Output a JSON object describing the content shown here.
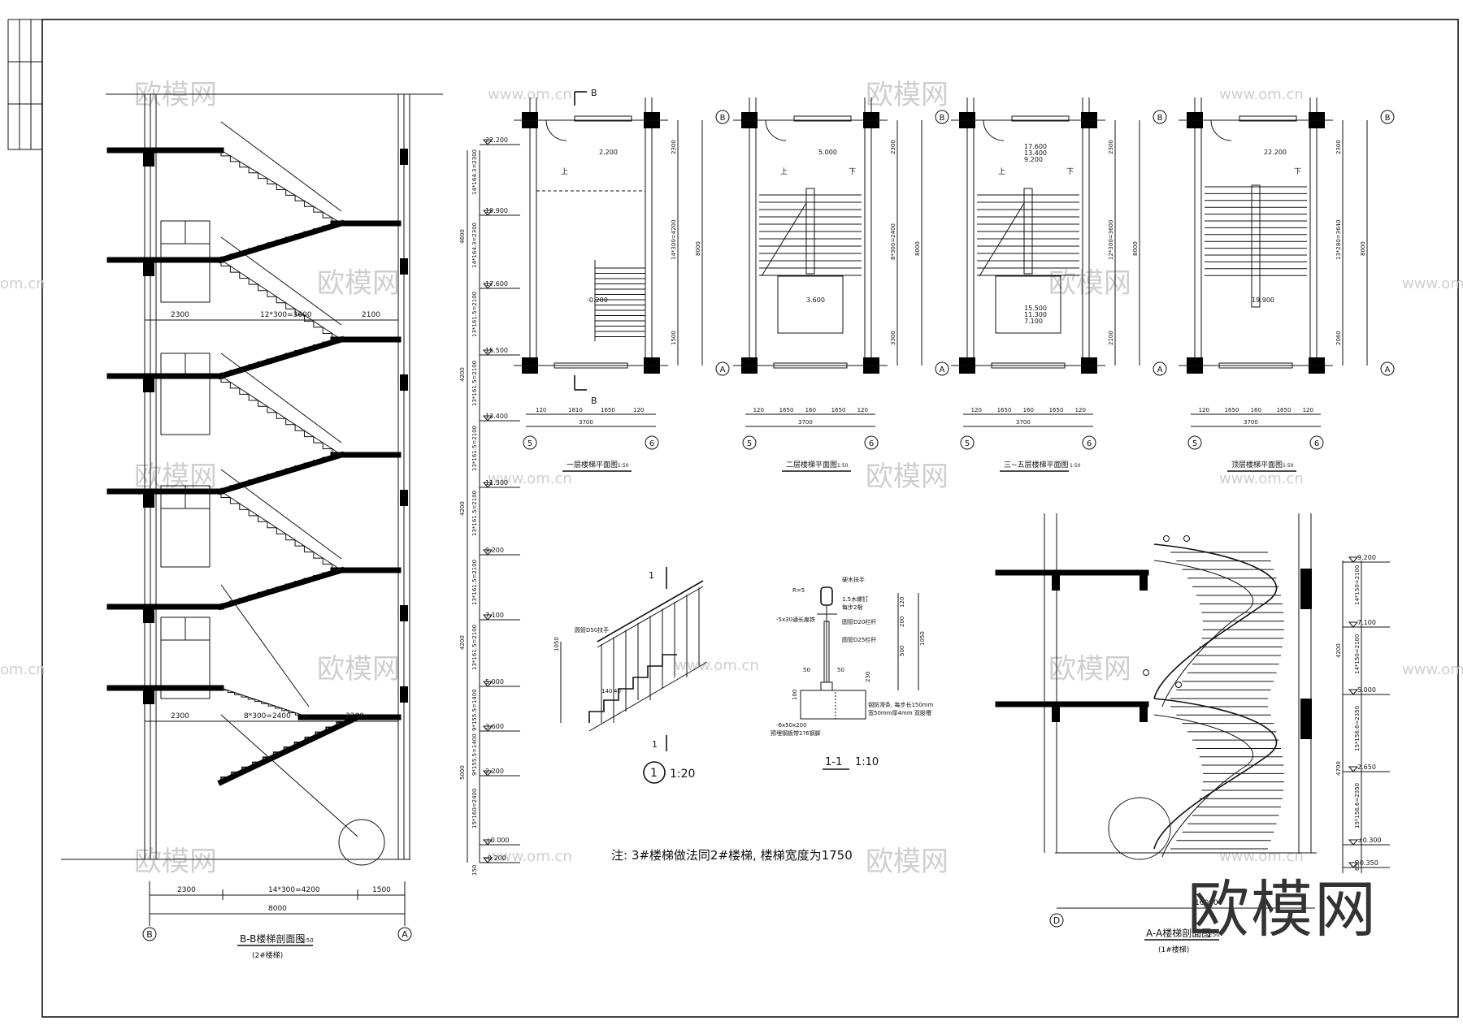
{
  "watermark": {
    "text": "欧模网",
    "url_text": "www.om.cn",
    "url_short": "om.cn"
  },
  "bb_section": {
    "title": "B-B楼梯剖面图",
    "scale": "1:50",
    "subtitle": "(2#楼梯)",
    "axis_left": "B",
    "axis_right": "A",
    "elevations": [
      "22.200",
      "19.900",
      "17.600",
      "15.500",
      "13.400",
      "11.300",
      "9.200",
      "7.100",
      "5.000",
      "3.600",
      "2.200",
      "±0.000",
      "-0.200"
    ],
    "flight_dims": [
      "14*164.3=2300",
      "14*164.3=2300",
      "13*161.5=2100",
      "13*161.5=2100",
      "13*161.5=2100",
      "13*161.5=2100",
      "13*161.5=2100",
      "13*161.5=2100",
      "9*155.5=1400",
      "9*155.5=1400",
      "15*160=2400",
      "150"
    ],
    "story_dims": [
      "4600",
      "4200",
      "4200",
      "4200",
      "5000"
    ],
    "bottom_dims": [
      "2300",
      "14*300=4200",
      "1500"
    ],
    "total_dim": "8000",
    "mid_dims_a": [
      "2300",
      "12*300=3600",
      "2100"
    ],
    "mid_dims_b": [
      "2300",
      "8*300=2400",
      "3300"
    ]
  },
  "plans": [
    {
      "title": "一层楼梯平面图",
      "scale": "1:50",
      "axis_top": "B",
      "axis_bottom": "A",
      "axis_left": "5",
      "axis_right": "6",
      "elev": [
        "2.200",
        "-0.200"
      ],
      "dims_bottom": [
        "120",
        "1810",
        "1650",
        "120"
      ],
      "width": "3700",
      "dims_right": [
        "2300",
        "14*300=4200",
        "1500"
      ],
      "height": "8000",
      "label_up": "上",
      "section_mark": "B"
    },
    {
      "title": "二层楼梯平面图",
      "scale": "1:50",
      "axis_top": "B",
      "axis_bottom": "A",
      "axis_left": "5",
      "axis_right": "6",
      "elev": [
        "5.000",
        "3.600"
      ],
      "dims_bottom": [
        "120",
        "1650",
        "160",
        "1650",
        "120"
      ],
      "width": "3700",
      "dims_right": [
        "2300",
        "8*300=2400",
        "3300"
      ],
      "height": "8000",
      "label_up": "上",
      "label_down": "下"
    },
    {
      "title": "三~五层楼梯平面图",
      "scale": "1:50",
      "axis_top": "B",
      "axis_bottom": "A",
      "axis_left": "5",
      "axis_right": "6",
      "elev": [
        "17.600",
        "13.400",
        "9.200",
        "15.500",
        "11.300",
        "7.100"
      ],
      "dims_bottom": [
        "120",
        "1650",
        "160",
        "1650",
        "120"
      ],
      "width": "3700",
      "dims_right": [
        "2300",
        "12*300=3600",
        "2100"
      ],
      "height": "8000",
      "label_up": "上",
      "label_down": "下"
    },
    {
      "title": "顶层楼梯平面图",
      "scale": "1:50",
      "axis_top": "B",
      "axis_bottom": "A",
      "axis_left": "5",
      "axis_right": "6",
      "elev": [
        "22.200",
        "19.900"
      ],
      "dims_bottom": [
        "120",
        "1650",
        "160",
        "1650",
        "120"
      ],
      "width": "3700",
      "dims_right": [
        "2300",
        "13*280=3640",
        "2060"
      ],
      "height": "8000",
      "label_down": "下"
    }
  ],
  "detail1": {
    "number": "1",
    "scale": "1:20",
    "cut_label": "1",
    "dim_h": "1050",
    "dims": [
      "140",
      "40"
    ],
    "note": "圆管D50扶手"
  },
  "section11": {
    "title": "1-1",
    "scale": "1:10",
    "r": "R=5",
    "notes": [
      "硬木扶手",
      "1.5木螺钉",
      "每步2根",
      "-5x30通长扁铁",
      "圆管D20栏杆",
      "圆管D25栏杆",
      "钢防滑条, 每步长150mm",
      "宽50mm厚4mm 双股槽",
      "-6x50x200",
      "预埋钢板带2?6钢脚"
    ],
    "dims_v": [
      "120",
      "200",
      "500",
      "1050",
      "230",
      "100"
    ],
    "dims_h": [
      "50",
      "50"
    ]
  },
  "note": "注: 3#楼梯做法同2#楼梯, 楼梯宽度为1750",
  "aa_section": {
    "title": "A-A楼梯剖面图",
    "scale": "1:50",
    "subtitle": "(1#楼梯)",
    "axis": "D",
    "elevations": [
      "9.200",
      "7.100",
      "5.000",
      "2.650",
      "±0.300",
      "-0.350"
    ],
    "flight_dims": [
      "14*150=2100",
      "14*150=2100",
      "15*156.6=2350",
      "15*156.6=2350",
      "650"
    ],
    "story_dims": [
      "4200",
      "4700"
    ],
    "width": "16000"
  }
}
